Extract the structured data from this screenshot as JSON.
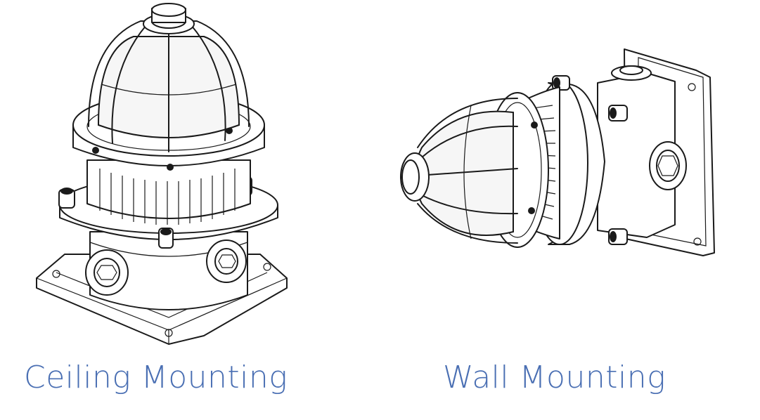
{
  "figure": {
    "left": {
      "caption": "Ceiling Mounting",
      "icon": "ceiling-mount-lamp-drawing"
    },
    "right": {
      "caption": "Wall Mounting",
      "icon": "wall-mount-lamp-drawing"
    },
    "caption_color": "#4a6fb3",
    "line_color": "#1a1a1a"
  }
}
